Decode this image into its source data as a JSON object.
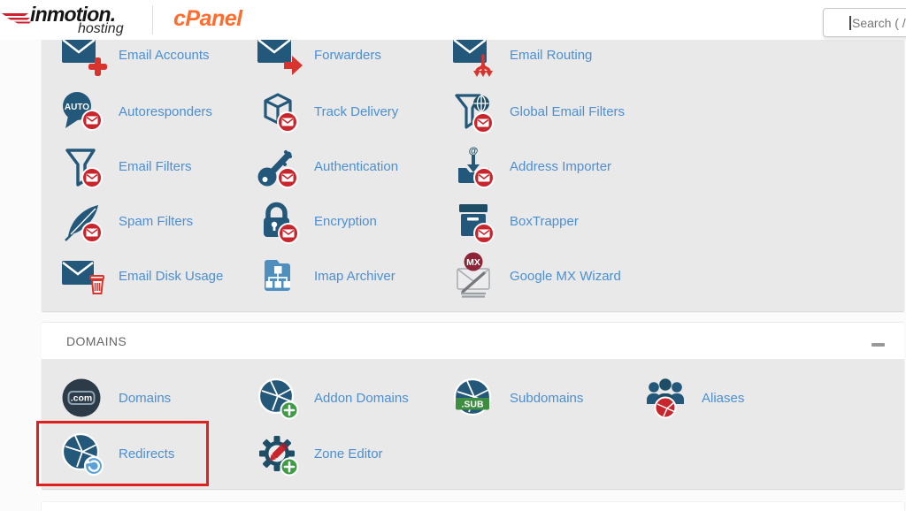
{
  "header": {
    "brand": {
      "primary": "inmotion.",
      "secondary": "hosting"
    },
    "product": "cPanel",
    "search": {
      "placeholder": "Search ( /"
    }
  },
  "email_section": {
    "items": [
      {
        "label": "Email Accounts",
        "icon": "envelope-plus",
        "row": 0,
        "col": 0
      },
      {
        "label": "Forwarders",
        "icon": "envelope-arrow",
        "row": 0,
        "col": 1
      },
      {
        "label": "Email Routing",
        "icon": "envelope-route",
        "row": 0,
        "col": 2
      },
      {
        "label": "Autoresponders",
        "icon": "auto-bubble",
        "row": 1,
        "col": 0
      },
      {
        "label": "Track Delivery",
        "icon": "cube",
        "row": 1,
        "col": 1
      },
      {
        "label": "Global Email Filters",
        "icon": "funnel-globe",
        "row": 1,
        "col": 2
      },
      {
        "label": "Email Filters",
        "icon": "funnel",
        "row": 2,
        "col": 0
      },
      {
        "label": "Authentication",
        "icon": "key",
        "row": 2,
        "col": 1
      },
      {
        "label": "Address Importer",
        "icon": "import-tray",
        "row": 2,
        "col": 2
      },
      {
        "label": "Spam Filters",
        "icon": "feather",
        "row": 3,
        "col": 0
      },
      {
        "label": "Encryption",
        "icon": "lock",
        "row": 3,
        "col": 1
      },
      {
        "label": "BoxTrapper",
        "icon": "box",
        "row": 3,
        "col": 2
      },
      {
        "label": "Email Disk Usage",
        "icon": "envelope-trash",
        "row": 4,
        "col": 0
      },
      {
        "label": "Imap Archiver",
        "icon": "folder-tree",
        "row": 4,
        "col": 1
      },
      {
        "label": "Google MX Wizard",
        "icon": "mx-wizard",
        "row": 4,
        "col": 2
      }
    ]
  },
  "domains_section": {
    "title": "DOMAINS",
    "items": [
      {
        "label": "Domains",
        "icon": "com-circle",
        "row": 0,
        "col": 0
      },
      {
        "label": "Addon Domains",
        "icon": "globe-plus",
        "row": 0,
        "col": 1
      },
      {
        "label": "Subdomains",
        "icon": "globe-sub",
        "row": 0,
        "col": 2
      },
      {
        "label": "Aliases",
        "icon": "people-globe",
        "row": 0,
        "col": 3
      },
      {
        "label": "Redirects",
        "icon": "globe-redo",
        "row": 1,
        "col": 0,
        "highlighted": true
      },
      {
        "label": "Zone Editor",
        "icon": "gear-zone",
        "row": 1,
        "col": 1
      }
    ]
  },
  "colors": {
    "link_blue": "#4b8fd4",
    "icon_blue": "#24587a",
    "icon_blue_dark": "#1d4e66",
    "badge_red": "#c9252d",
    "bright_red": "#d8332d",
    "green": "#3f9b47",
    "light_blue": "#58a0d6",
    "brand_orange": "#ff6c2c",
    "highlight_red": "#e01f1f",
    "section_gray": "#e9e9e9"
  }
}
